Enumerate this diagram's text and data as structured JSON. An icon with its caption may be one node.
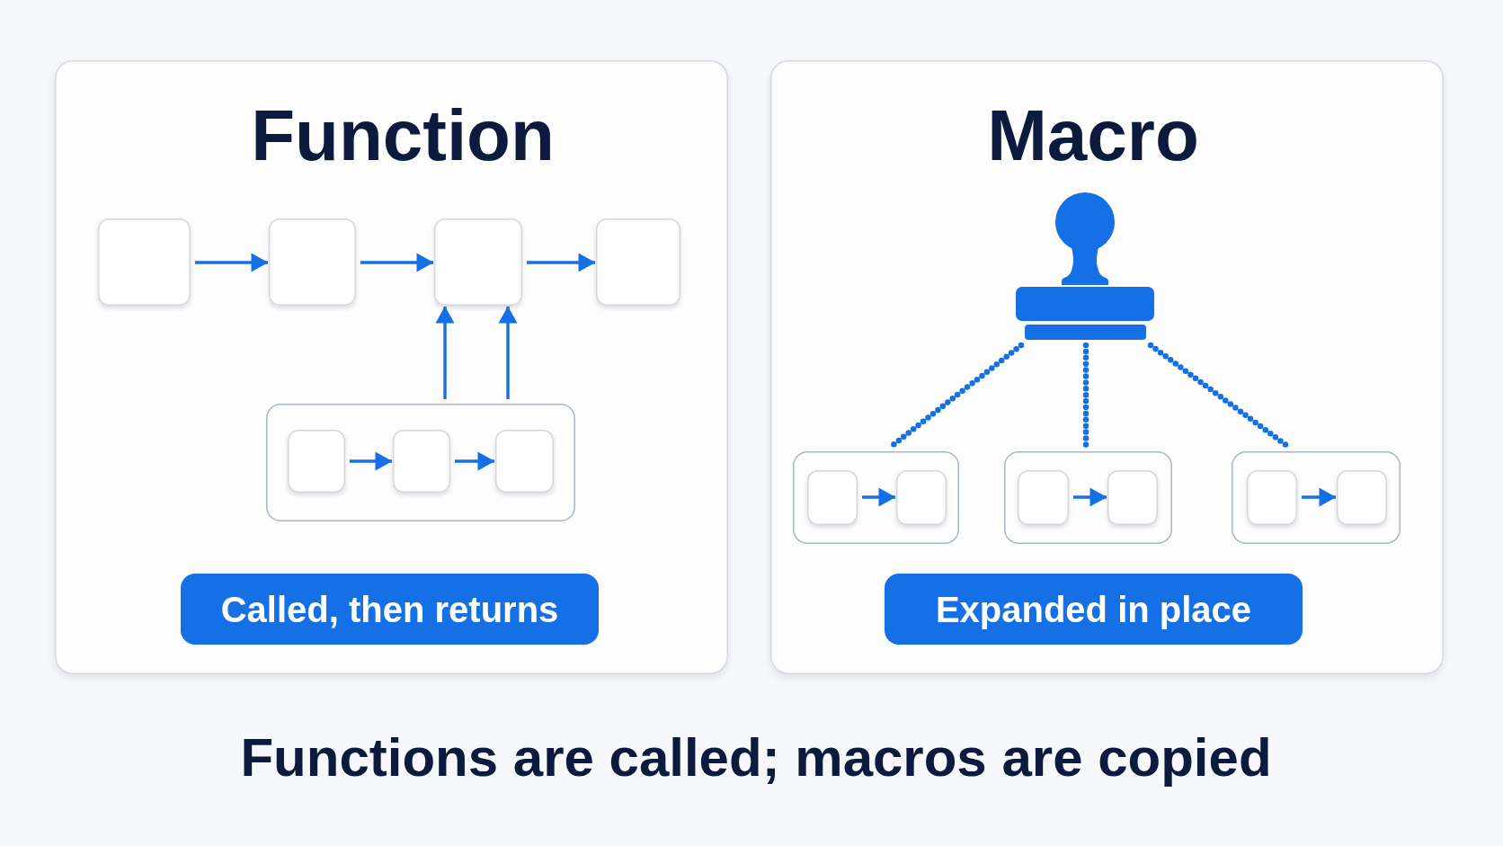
{
  "diagram": {
    "caption": "Functions are called; macros are copied",
    "nodes": [
      {
        "text": [
          "Function"
        ]
      },
      {
        "text": [],
        "shape": "box",
        "in": 0
      },
      {
        "text": [],
        "shape": "box",
        "in": 0
      },
      {
        "text": [],
        "shape": "box",
        "in": 0
      },
      {
        "text": [],
        "shape": "box",
        "in": 0
      },
      {
        "text": [],
        "shape": "box",
        "in": 0
      },
      {
        "text": [],
        "shape": "box",
        "in": 5
      },
      {
        "text": [],
        "shape": "box",
        "in": 5
      },
      {
        "text": [],
        "shape": "box",
        "in": 5
      },
      {
        "text": [
          "Called, then returns"
        ],
        "in": 0
      },
      {
        "text": [
          "Macro"
        ]
      },
      {
        "text": [],
        "shape": "picture",
        "in": 10
      },
      {
        "text": [],
        "shape": "box",
        "in": 10
      },
      {
        "text": [],
        "shape": "box",
        "in": 12
      },
      {
        "text": [],
        "shape": "box",
        "in": 12
      },
      {
        "text": [],
        "shape": "box",
        "in": 10
      },
      {
        "text": [],
        "shape": "box",
        "in": 15
      },
      {
        "text": [],
        "shape": "box",
        "in": 15
      },
      {
        "text": [],
        "shape": "box",
        "in": 10
      },
      {
        "text": [],
        "shape": "box",
        "in": 18
      },
      {
        "text": [],
        "shape": "box",
        "in": 18
      },
      {
        "text": [
          "Expanded in place"
        ],
        "in": 10
      }
    ],
    "edges": [
      {
        "from": 1,
        "to": 2,
        "arrow": "to"
      },
      {
        "from": 2,
        "to": 3,
        "arrow": "to"
      },
      {
        "from": 3,
        "to": 4,
        "arrow": "to"
      },
      {
        "from": 5,
        "to": 3,
        "arrow": "to"
      },
      {
        "from": 5,
        "to": 3,
        "arrow": "to"
      },
      {
        "from": 6,
        "to": 7,
        "arrow": "to"
      },
      {
        "from": 7,
        "to": 8,
        "arrow": "to"
      },
      {
        "from": 11,
        "to": 12,
        "arrow": "none",
        "style": "dashed"
      },
      {
        "from": 11,
        "to": 15,
        "arrow": "none",
        "style": "dashed"
      },
      {
        "from": 11,
        "to": 18,
        "arrow": "none",
        "style": "dashed"
      },
      {
        "from": 13,
        "to": 14,
        "arrow": "to"
      },
      {
        "from": 16,
        "to": 17,
        "arrow": "to"
      },
      {
        "from": 19,
        "to": 20,
        "arrow": "to"
      }
    ]
  }
}
